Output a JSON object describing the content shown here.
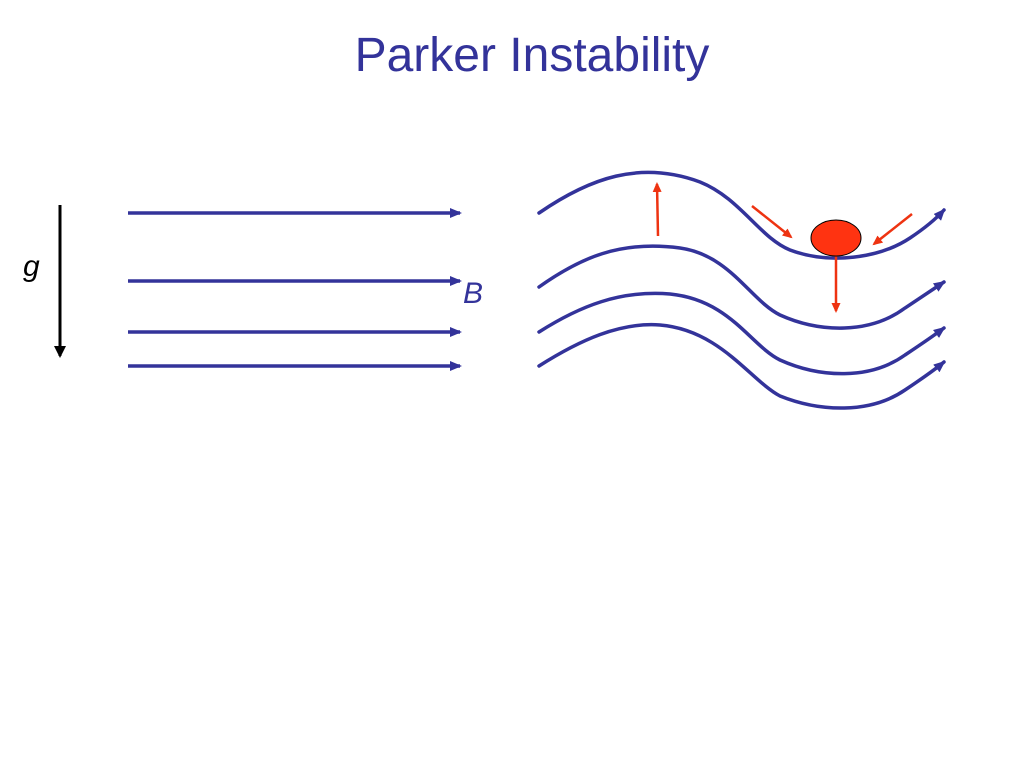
{
  "slide": {
    "title": "Parker Instability"
  },
  "labels": {
    "gravity": "g",
    "field": "B"
  },
  "colors": {
    "field_line": "#33339a",
    "title": "#33339a",
    "force_arrow": "#ee3311",
    "blob_fill": "#ff3311",
    "gravity_arrow": "#000000"
  }
}
